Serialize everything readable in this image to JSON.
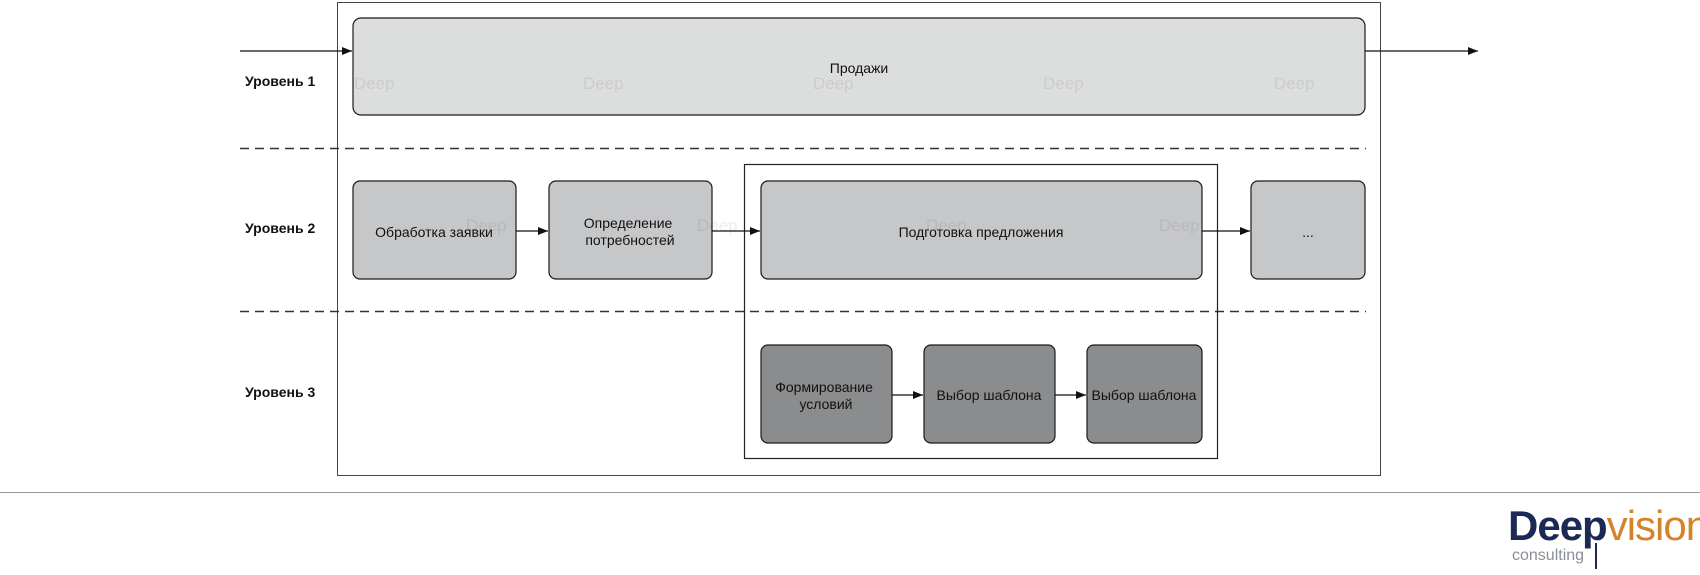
{
  "levels": [
    {
      "label": "Уровень 1"
    },
    {
      "label": "Уровень 2"
    },
    {
      "label": "Уровень 3"
    }
  ],
  "boxes": {
    "sales": "Продажи",
    "request_processing": "Обработка заявки",
    "needs_definition": "Определение потребностей",
    "proposal_preparation": "Подготовка предложения",
    "more": "...",
    "terms_forming": "Формирование условий",
    "template_choice_1": "Выбор шаблона",
    "template_choice_2": "Выбор шаблона"
  },
  "watermark_text": "Deep",
  "colors": {
    "level1_fill": "#dcdddd",
    "level2_fill": "#c6c7c9",
    "level3_fill": "#8b8c8e",
    "stroke": "#1a1a1a",
    "brand_navy": "#1c2957",
    "brand_orange": "#d4832a"
  },
  "logo": {
    "part1": "Deep",
    "part2": "vision",
    "subtitle": "consulting"
  }
}
